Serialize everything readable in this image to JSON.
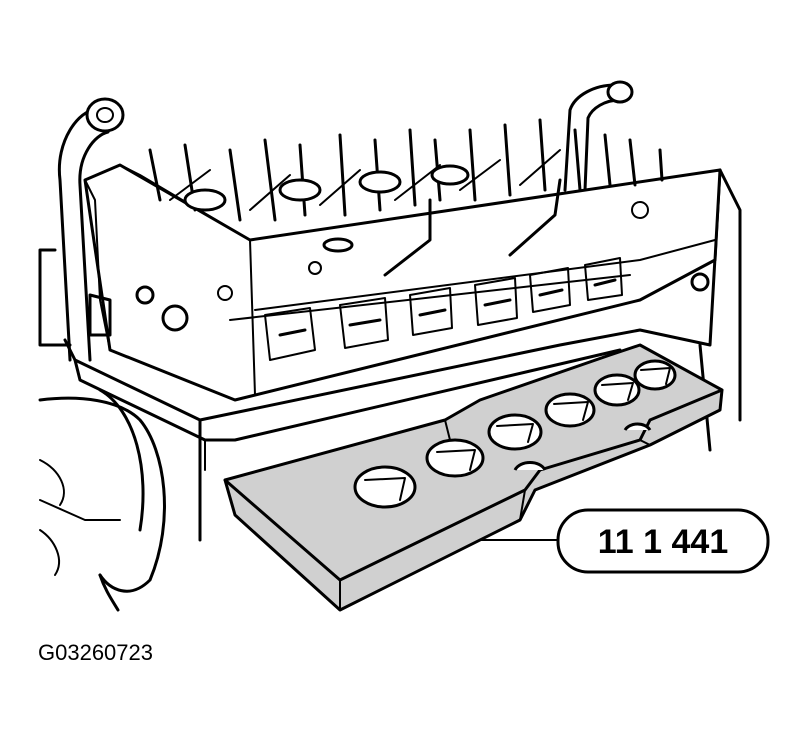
{
  "callout": {
    "part_number": "11 1 441"
  },
  "figure": {
    "id": "G03260723"
  },
  "colors": {
    "line": "#000000",
    "tool_fill": "#d0d0d0",
    "background": "#ffffff"
  },
  "parts": {
    "valves_per_row": 6
  }
}
